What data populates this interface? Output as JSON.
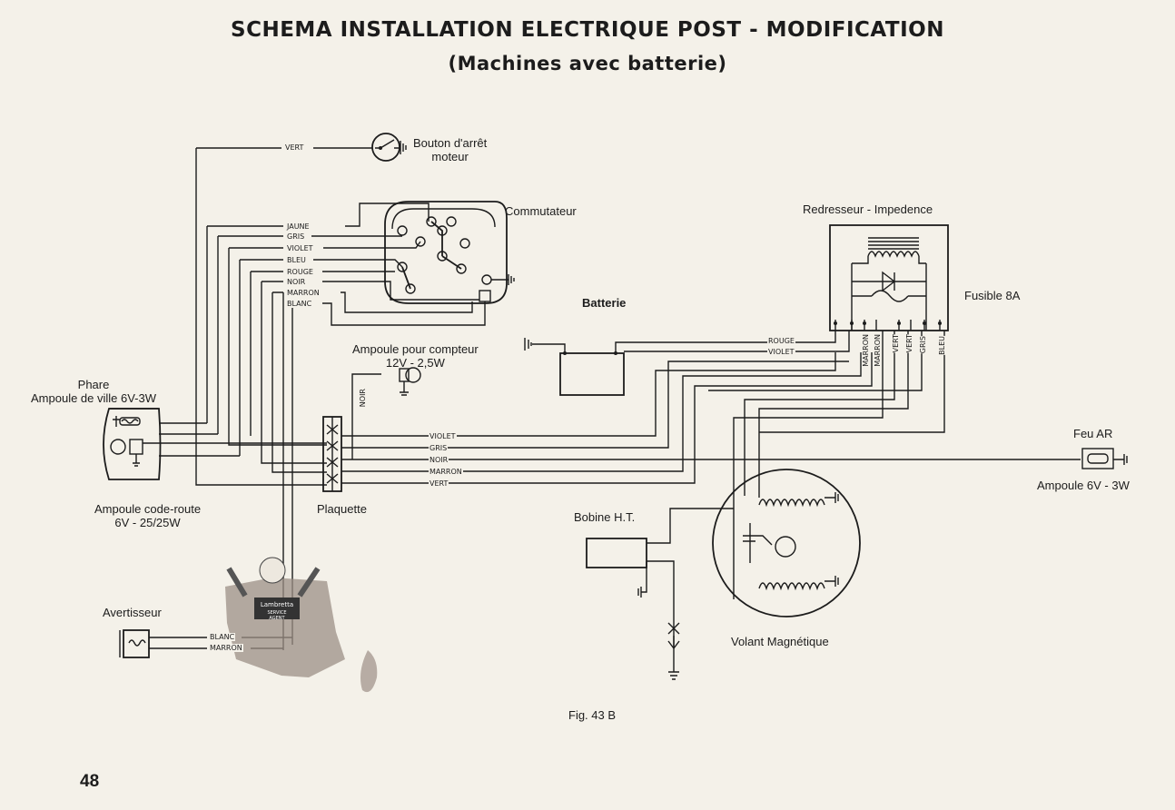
{
  "page": {
    "title": "SCHEMA INSTALLATION ELECTRIQUE POST - MODIFICATION",
    "subtitle": "(Machines avec batterie)",
    "figure_caption": "Fig. 43 B",
    "page_number": "48"
  },
  "components": {
    "bouton_arret": [
      "Bouton d'arrêt",
      "moteur"
    ],
    "commutateur": "Commutateur",
    "redresseur": "Redresseur - Impedence",
    "fusible": "Fusible 8A",
    "batterie": "Batterie",
    "ampoule_compteur": [
      "Ampoule pour compteur",
      "12V - 2,5W"
    ],
    "phare": [
      "Phare",
      "Ampoule de ville 6V-3W"
    ],
    "ampoule_code": [
      "Ampoule code-route",
      "6V - 25/25W"
    ],
    "plaquette": "Plaquette",
    "feu_ar": "Feu AR",
    "ampoule_ar": "Ampoule 6V - 3W",
    "bobine": "Bobine H.T.",
    "volant": "Volant Magnétique",
    "avertisseur": "Avertisseur"
  },
  "wire_labels": {
    "vert_top": "VERT",
    "commutateur": [
      "JAUNE",
      "GRIS",
      "VIOLET",
      "BLEU",
      "ROUGE",
      "NOIR",
      "MARRON",
      "BLANC"
    ],
    "batterie": [
      "ROUGE",
      "VIOLET"
    ],
    "plaquette": [
      "VIOLET",
      "GRIS",
      "NOIR",
      "MARRON",
      "VERT"
    ],
    "compteur": "NOIR",
    "redresseur": [
      "MARRON",
      "MARRON",
      "VERT",
      "VERT",
      "GRIS",
      "BLEU"
    ],
    "avertisseur": [
      "BLANC",
      "MARRON"
    ]
  },
  "emblem": {
    "text": [
      "Lambretta",
      "SERVICE",
      "AGENT"
    ]
  }
}
